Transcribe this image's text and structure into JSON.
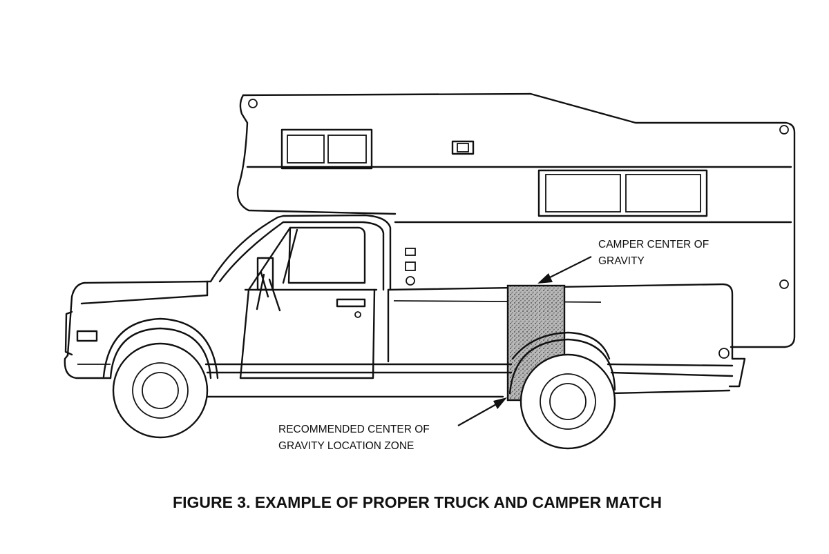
{
  "labels": {
    "camper_cg_line1": "CAMPER CENTER OF",
    "camper_cg_line2": "GRAVITY",
    "zone_line1": "RECOMMENDED CENTER OF",
    "zone_line2": "GRAVITY LOCATION ZONE"
  },
  "caption": "FIGURE 3. EXAMPLE OF PROPER TRUCK AND CAMPER MATCH",
  "colors": {
    "ink": "#111111",
    "zone_shading": "#9a9a9a",
    "background": "#ffffff"
  }
}
